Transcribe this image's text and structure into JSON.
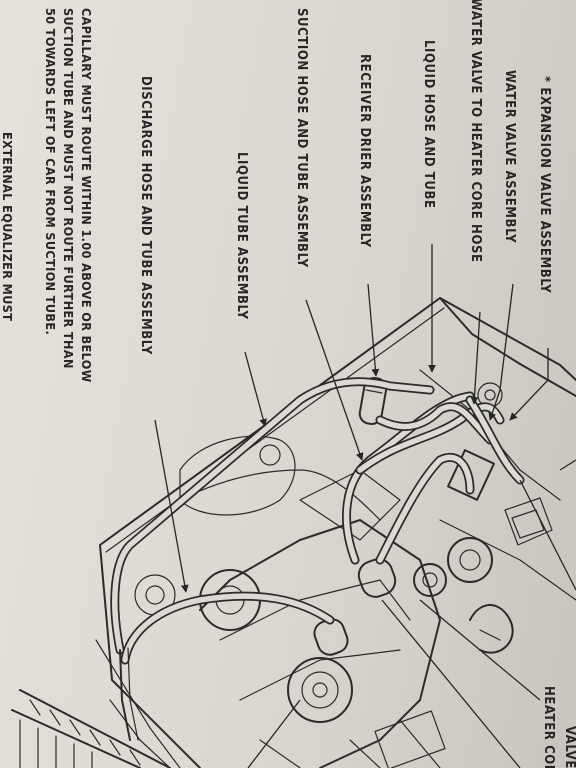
{
  "labels": {
    "expansion_valve": "* EXPANSION VALVE ASSEMBLY",
    "water_valve": "WATER VALVE ASSEMBLY",
    "water_valve_hose": "WATER VALVE TO HEATER CORE HOSE",
    "liquid_hose_tube": "LIQUID HOSE AND TUBE",
    "receiver_drier": "RECEIVER DRIER ASSEMBLY",
    "suction_hose_tube": "SUCTION HOSE AND TUBE ASSEMBLY",
    "liquid_tube": "LIQUID TUBE ASSEMBLY",
    "discharge_hose": "DISCHARGE HOSE AND TUBE ASSEMBLY",
    "heater_core": "HEATER CORE",
    "valve_edge": "VALVE"
  },
  "note": {
    "lines": [
      "CAPILLARY MUST ROUTE WITHIN 1.00 ABOVE OR BELOW",
      "SUCTION TUBE AND MUST NOT ROUTE FURTHER THAN",
      "50 TOWARDS LEFT OF CAR FROM SUCTION TUBE.",
      "EXTERNAL EQUALIZER MUST"
    ]
  }
}
